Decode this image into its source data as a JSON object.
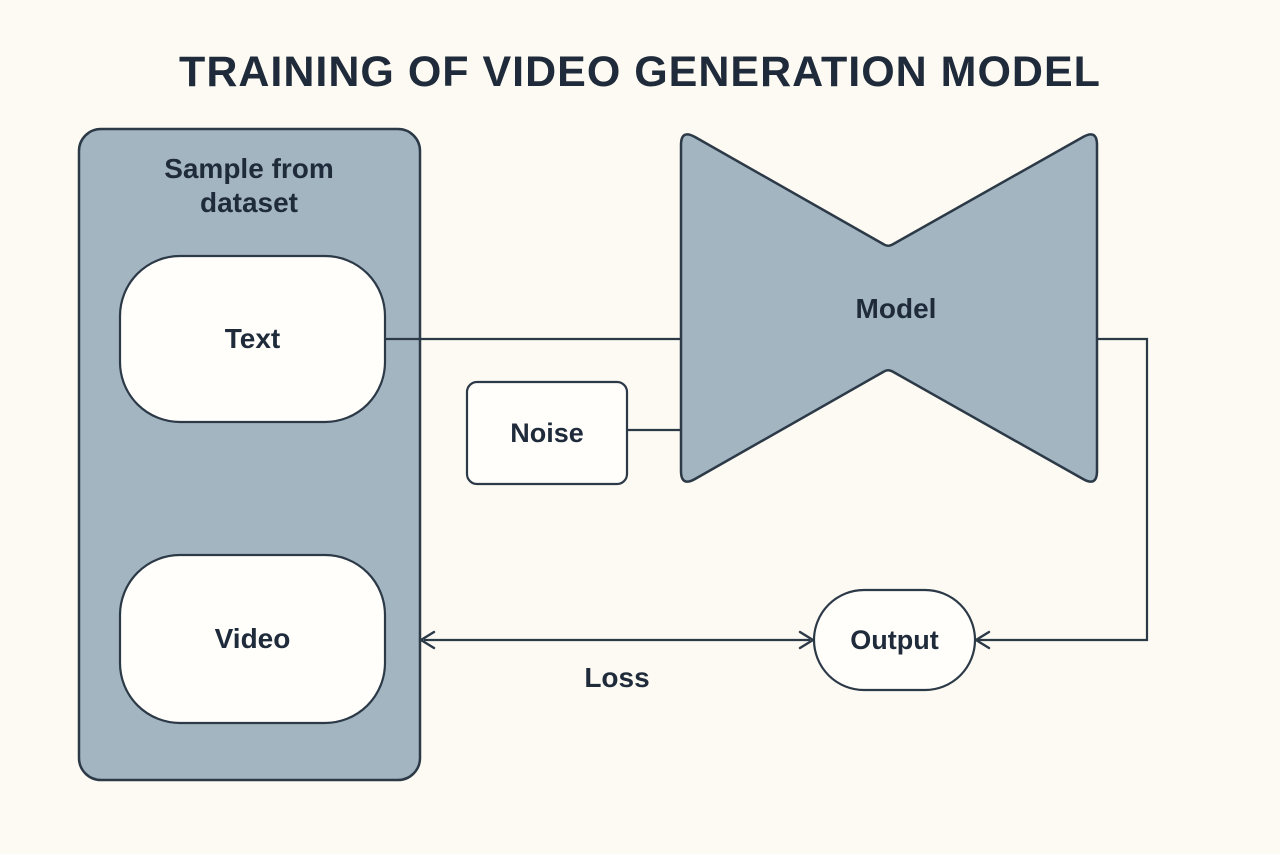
{
  "title": "TRAINING OF VIDEO GENERATION MODEL",
  "nodes": {
    "dataset_panel": {
      "label": "Sample from dataset"
    },
    "text": {
      "label": "Text"
    },
    "video": {
      "label": "Video"
    },
    "noise": {
      "label": "Noise"
    },
    "model": {
      "label": "Model"
    },
    "output": {
      "label": "Output"
    }
  },
  "edges": {
    "text_to_model": {
      "label": "",
      "style": "plain-line"
    },
    "noise_to_model": {
      "label": "",
      "style": "plain-line"
    },
    "model_to_output": {
      "label": "",
      "style": "arrow-into-output"
    },
    "video_output_loss": {
      "label": "Loss",
      "style": "double-headed-arrow"
    }
  },
  "colors": {
    "background": "#fcfaf2",
    "panel-fill": "#a4b5c2",
    "node-fill": "#fffefb",
    "stroke": "#2c3947",
    "text": "#1f2b3a"
  }
}
